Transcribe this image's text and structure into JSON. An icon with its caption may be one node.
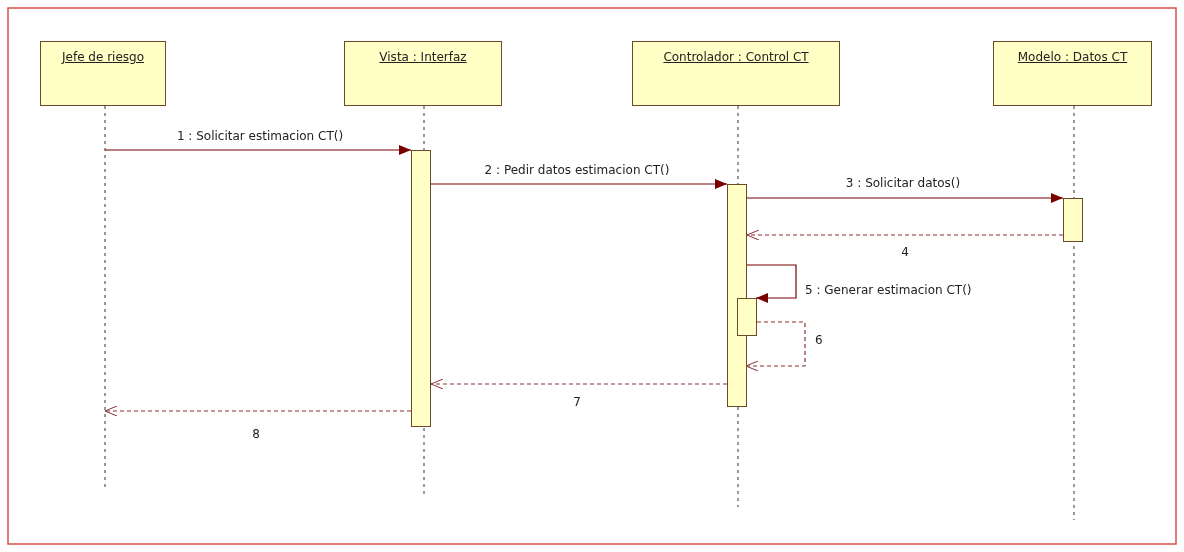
{
  "diagram": {
    "nodes": [
      {
        "text": [
          "Jefe de riesgo"
        ]
      },
      {
        "text": [
          "Vista : Interfaz"
        ]
      },
      {
        "text": [
          "Controlador : Control CT"
        ]
      },
      {
        "text": [
          "Modelo : Datos CT"
        ]
      },
      {
        "text": [],
        "shape": "bar"
      },
      {
        "text": [],
        "shape": "bar"
      },
      {
        "text": [],
        "shape": "bar"
      },
      {
        "text": [],
        "shape": "bar"
      }
    ],
    "edges": [
      {
        "from": null,
        "to": 4,
        "arrow": "to",
        "label": "1 : Solicitar estimacion CT()"
      },
      {
        "from": 4,
        "to": 5,
        "arrow": "to",
        "label": "2 : Pedir datos estimacion CT()"
      },
      {
        "from": 5,
        "to": 6,
        "arrow": "to",
        "label": "3 : Solicitar datos()"
      },
      {
        "from": 6,
        "to": 5,
        "arrow": "to",
        "label": "4",
        "style": "dashed"
      },
      {
        "from": 5,
        "to": 7,
        "arrow": "to",
        "label": "5 : Generar estimacion CT()"
      },
      {
        "from": 7,
        "to": 5,
        "arrow": "to",
        "label": "6",
        "style": "dashed"
      },
      {
        "from": 5,
        "to": 4,
        "arrow": "to",
        "label": "7",
        "style": "dashed"
      },
      {
        "from": 4,
        "to": null,
        "arrow": "to",
        "label": "8",
        "style": "dashed"
      }
    ]
  }
}
